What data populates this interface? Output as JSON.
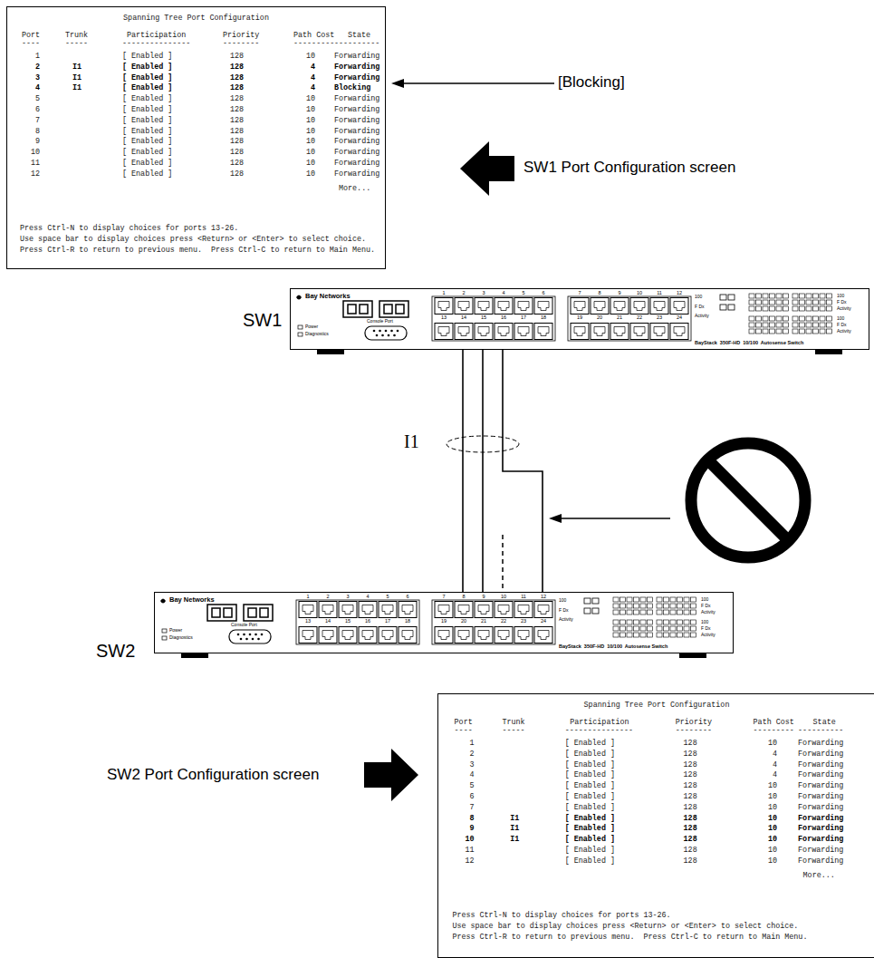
{
  "diagram": {
    "nodes": [
      {
        "text": [
          "Spanning Tree Port Configuration",
          "Port",
          "Trunk",
          "Participation",
          "Priority",
          "Path Cost",
          "State",
          "----",
          "-----",
          "---------------",
          "--------",
          "---------",
          "----------",
          "1",
          "[ Enabled ]",
          "128",
          "10",
          "Forwarding",
          "2",
          "I1",
          "[ Enabled ]",
          "128",
          "4",
          "Forwarding",
          "3",
          "I1",
          "[ Enabled ]",
          "128",
          "4",
          "Forwarding",
          "4",
          "I1",
          "[ Enabled ]",
          "128",
          "4",
          "Blocking",
          "5",
          "[ Enabled ]",
          "128",
          "10",
          "Forwarding",
          "6",
          "[ Enabled ]",
          "128",
          "10",
          "Forwarding",
          "7",
          "[ Enabled ]",
          "128",
          "10",
          "Forwarding",
          "8",
          "[ Enabled ]",
          "128",
          "10",
          "Forwarding",
          "9",
          "[ Enabled ]",
          "128",
          "10",
          "Forwarding",
          "10",
          "[ Enabled ]",
          "128",
          "10",
          "Forwarding",
          "11",
          "[ Enabled ]",
          "128",
          "10",
          "Forwarding",
          "12",
          "[ Enabled ]",
          "128",
          "10",
          "Forwarding",
          "More...",
          "Press Ctrl-N to display choices for ports 13-26.",
          "Use space bar to display choices press <Return> or <Enter> to select choice.",
          "Press Ctrl-R to return to previous menu.  Press Ctrl-C to return to Main Menu."
        ]
      },
      {
        "text": [
          "Bay Networks",
          "Power",
          "Diagnostics",
          "Console Port",
          "1",
          "2",
          "3",
          "4",
          "5",
          "6",
          "7",
          "8",
          "9",
          "10",
          "11",
          "12",
          "13",
          "14",
          "15",
          "16",
          "17",
          "18",
          "19",
          "20",
          "21",
          "22",
          "23",
          "24",
          "100",
          "F Dx",
          "Activity",
          "100",
          "F Dx",
          "Activity",
          "100",
          "F Dx",
          "Activity",
          "BayStack  350F-HD  10/100  Autosense Switch"
        ]
      },
      {
        "text": [
          "Bay Networks",
          "Power",
          "Diagnostics",
          "Console Port",
          "1",
          "2",
          "3",
          "4",
          "5",
          "6",
          "7",
          "8",
          "9",
          "10",
          "11",
          "12",
          "13",
          "14",
          "15",
          "16",
          "17",
          "18",
          "19",
          "20",
          "21",
          "22",
          "23",
          "24",
          "100",
          "F Dx",
          "Activity",
          "100",
          "F Dx",
          "Activity",
          "100",
          "F Dx",
          "Activity",
          "BayStack  350F-HD  10/100  Autosense Switch"
        ]
      },
      {
        "text": [
          "Spanning Tree Port Configuration",
          "Port",
          "Trunk",
          "Participation",
          "Priority",
          "Path Cost",
          "State",
          "----",
          "-----",
          "---------------",
          "--------",
          "---------",
          "----------",
          "1",
          "[ Enabled ]",
          "128",
          "10",
          "Forwarding",
          "2",
          "[ Enabled ]",
          "128",
          "4",
          "Forwarding",
          "3",
          "[ Enabled ]",
          "128",
          "4",
          "Forwarding",
          "4",
          "[ Enabled ]",
          "128",
          "4",
          "Forwarding",
          "5",
          "[ Enabled ]",
          "128",
          "10",
          "Forwarding",
          "6",
          "[ Enabled ]",
          "128",
          "10",
          "Forwarding",
          "7",
          "[ Enabled ]",
          "128",
          "10",
          "Forwarding",
          "8",
          "I1",
          "[ Enabled ]",
          "128",
          "10",
          "Forwarding",
          "9",
          "I1",
          "[ Enabled ]",
          "128",
          "10",
          "Forwarding",
          "10",
          "I1",
          "[ Enabled ]",
          "128",
          "10",
          "Forwarding",
          "11",
          "[ Enabled ]",
          "128",
          "10",
          "Forwarding",
          "12",
          "[ Enabled ]",
          "128",
          "10",
          "Forwarding",
          "More...",
          "Press Ctrl-N to display choices for ports 13-26.",
          "Use space bar to display choices press <Return> or <Enter> to select choice.",
          "Press Ctrl-R to return to previous menu.  Press Ctrl-C to return to Main Menu."
        ]
      }
    ],
    "edges": [
      {
        "from": 1,
        "to": 2,
        "arrow": "none"
      },
      {
        "from": 1,
        "to": 2,
        "arrow": "none"
      },
      {
        "from": 1,
        "to": 2,
        "arrow": "none"
      }
    ],
    "labels": [
      "[Blocking]",
      "SW1 Port Configuration screen",
      "SW1",
      "I1",
      "SW2",
      "SW2 Port Configuration screen"
    ]
  }
}
